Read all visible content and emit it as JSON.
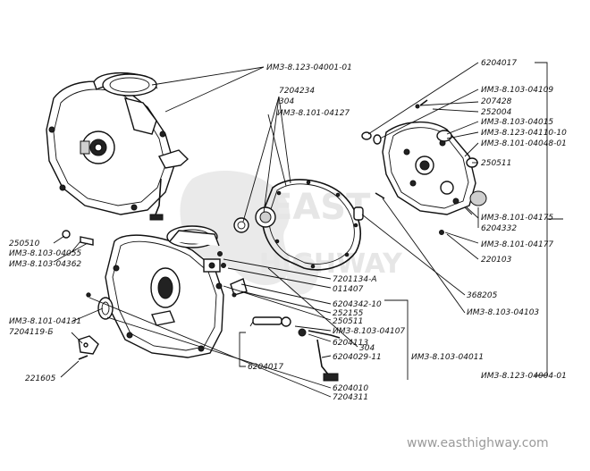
{
  "watermark": {
    "brand_top": "EAST",
    "brand_bottom": "HIGHWAY",
    "site": "www.easthighway.com"
  },
  "labels": {
    "l01": "ИМЗ-8.123-04001-01",
    "l02": "7204234",
    "l03": "304",
    "l04": "ИМЗ-8.101-04127",
    "l05": "6204017",
    "l06": "ИМЗ-8.103-04109",
    "l07": "207428",
    "l08": "252004",
    "l09": "ИМЗ-8.103-04015",
    "l10": "ИМЗ-8.123-04110-10",
    "l11": "ИМЗ-8.101-04048-01",
    "l12": "250511",
    "l13": "ИМЗ-8.101-04175",
    "l14": "6204332",
    "l15": "ИМЗ-8.101-04177",
    "l16": "220103",
    "l17": "250510",
    "l18": "ИМЗ-8.103-04055",
    "l19": "ИМЗ-8.103-04362",
    "l20": "7201134-А",
    "l21": "011407",
    "l22": "6204342-10",
    "l23": "252155",
    "l24": "250511",
    "l25": "ИМЗ-8.103-04107",
    "l26": "368205",
    "l27": "ИМЗ-8.103-04103",
    "l28": "ИМЗ-8.101-04131",
    "l29": "7204119-Б",
    "l30": "6204113",
    "l31": "304",
    "l32": "6204017",
    "l33": "6204029-11",
    "l34": "ИМЗ-8.103-04011",
    "l35": "221605",
    "l36": "6204010",
    "l37": "7204311",
    "l38": "ИМЗ-8.123-04004-01"
  }
}
